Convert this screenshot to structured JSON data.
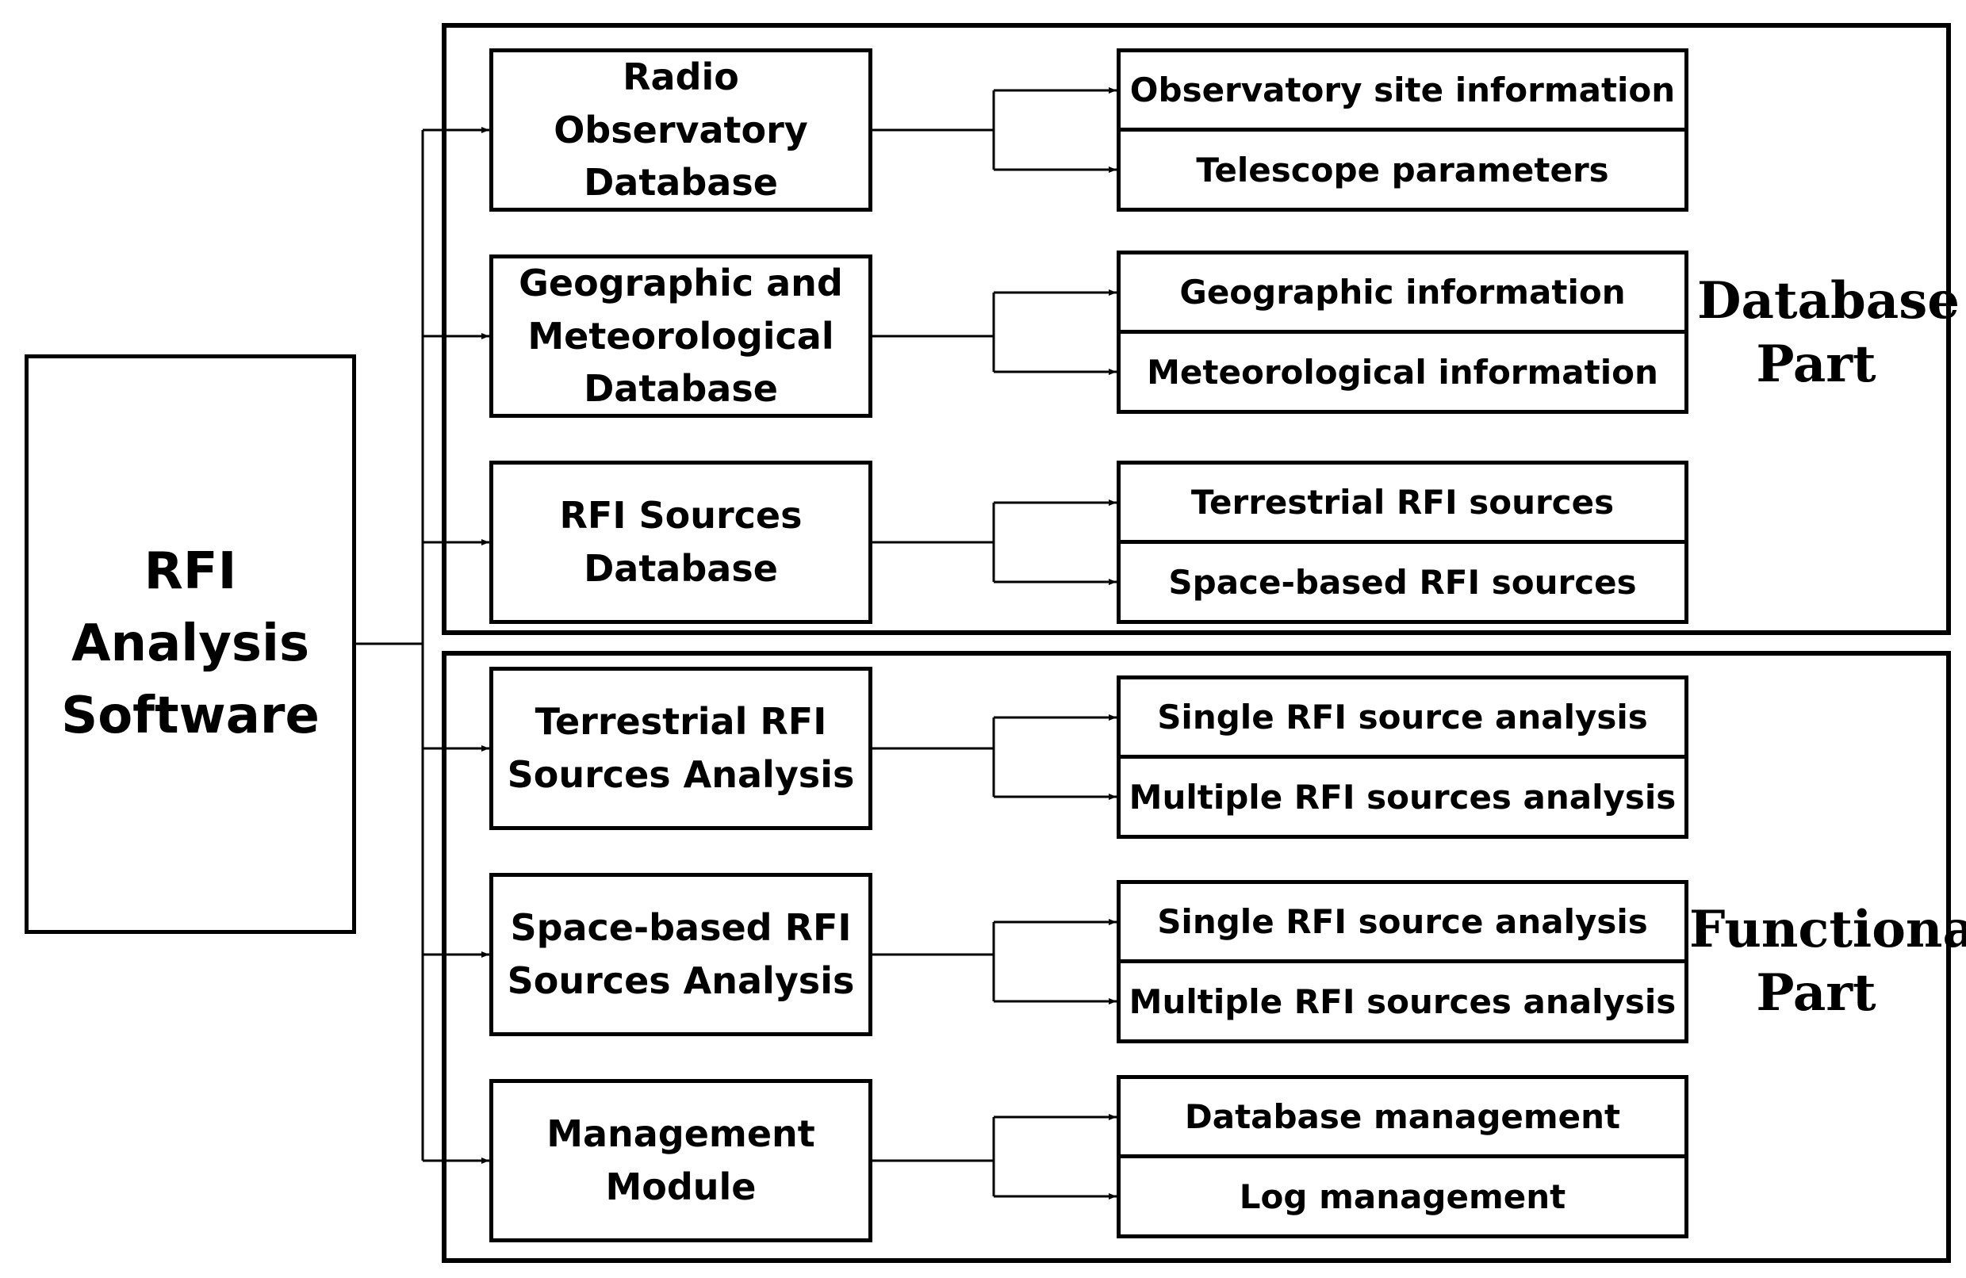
{
  "root": {
    "label": "RFI Analysis\nSoftware"
  },
  "parts": [
    {
      "label": "Database\nPart"
    },
    {
      "label": "Functional\nPart"
    }
  ],
  "modules": [
    {
      "label": "Radio\nObservatory\nDatabase",
      "items": [
        "Observatory site information",
        "Telescope parameters"
      ]
    },
    {
      "label": "Geographic and\nMeteorological\nDatabase",
      "items": [
        "Geographic information",
        "Meteorological information"
      ]
    },
    {
      "label": "RFI Sources\nDatabase",
      "items": [
        "Terrestrial RFI sources",
        "Space-based RFI sources"
      ]
    },
    {
      "label": "Terrestrial RFI\nSources Analysis",
      "items": [
        "Single RFI source analysis",
        "Multiple RFI sources analysis"
      ]
    },
    {
      "label": "Space-based RFI\nSources Analysis",
      "items": [
        "Single RFI source analysis",
        "Multiple RFI sources analysis"
      ]
    },
    {
      "label": "Management\nModule",
      "items": [
        "Database management",
        "Log management"
      ]
    }
  ]
}
